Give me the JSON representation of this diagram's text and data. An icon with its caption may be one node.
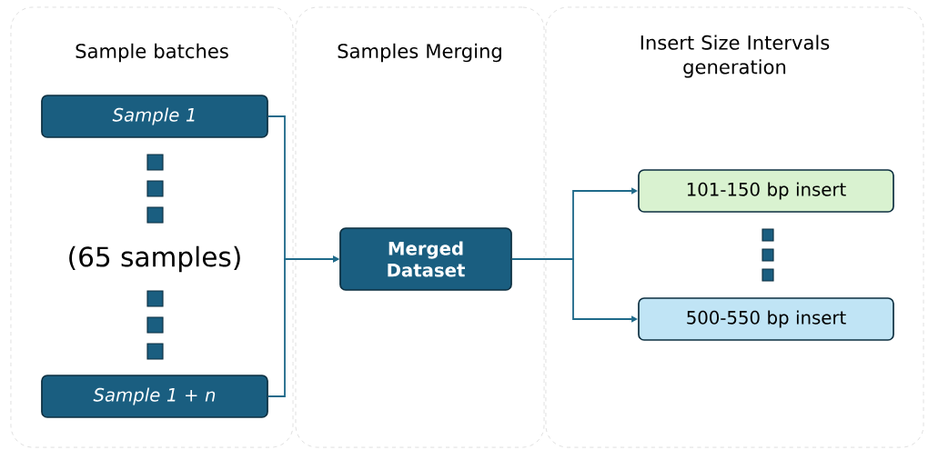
{
  "diagram": {
    "nodes": [
      {
        "text": [
          "Sample batches"
        ]
      },
      {
        "text": [
          "Samples Merging"
        ]
      },
      {
        "text": [
          "Insert Size Intervals generation"
        ]
      },
      {
        "text": [
          "Sample 1"
        ],
        "in": 0
      },
      {
        "text": [
          "Sample 1 + n"
        ],
        "in": 0
      },
      {
        "text": [
          "Merged Dataset"
        ],
        "in": 1
      },
      {
        "text": [
          "101-150 bp insert"
        ],
        "in": 2
      },
      {
        "text": [
          "500-550 bp insert"
        ],
        "in": 2
      }
    ],
    "edges": [
      {
        "from": 3,
        "to": 5,
        "arrow": "to"
      },
      {
        "from": 4,
        "to": 5,
        "arrow": "to"
      },
      {
        "from": 5,
        "to": 6,
        "arrow": "to"
      },
      {
        "from": 5,
        "to": 7,
        "arrow": "to"
      }
    ],
    "labels": [
      "(65 samples)"
    ]
  }
}
